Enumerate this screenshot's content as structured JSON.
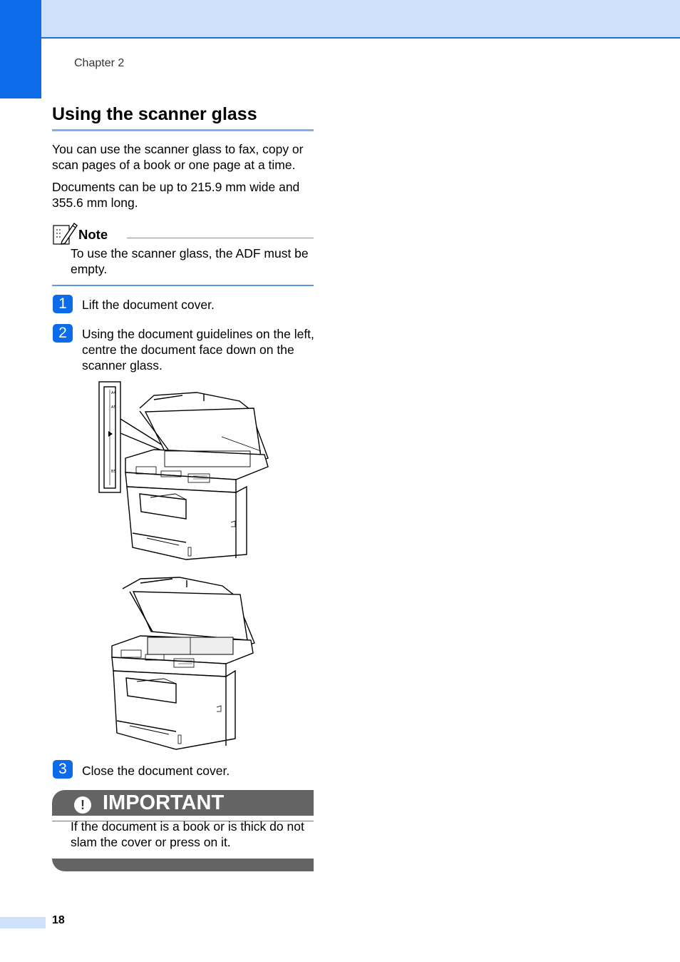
{
  "header": {
    "chapter": "Chapter 2"
  },
  "section": {
    "title": "Using the scanner glass"
  },
  "intro": [
    "You can use the scanner glass to fax, copy or scan pages of a book or one page at a time.",
    "Documents can be up to 215.9 mm wide and 355.6 mm long."
  ],
  "note": {
    "title": "Note",
    "text": "To use the scanner glass, the ADF must be empty."
  },
  "steps": [
    {
      "number": "1",
      "text": "Lift the document cover."
    },
    {
      "number": "2",
      "text": "Using the document guidelines on the left, centre the document face down on the scanner glass."
    },
    {
      "number": "3",
      "text": "Close the document cover."
    }
  ],
  "important": {
    "title": "IMPORTANT",
    "text": "If the document is a book or is thick do not slam the cover or press on it."
  },
  "footer": {
    "page_number": "18"
  }
}
